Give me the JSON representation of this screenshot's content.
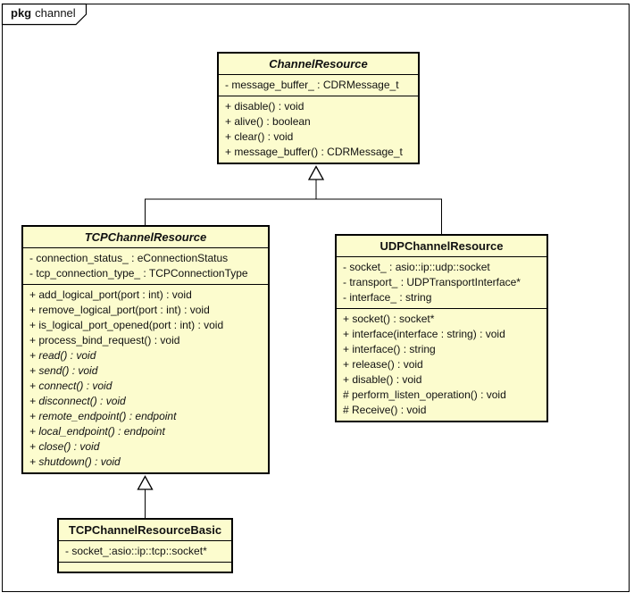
{
  "frame": {
    "type_label": "pkg",
    "name_label": "channel"
  },
  "colors": {
    "class_fill": "#FCFCCE",
    "class_border": "#000000",
    "frame_border": "#000000",
    "background": "#FFFFFF"
  },
  "classes": {
    "channel_resource": {
      "name": "ChannelResource",
      "abstract": true,
      "attributes": [
        "- message_buffer_ : CDRMessage_t"
      ],
      "methods": [
        "+ disable() : void",
        "+ alive() : boolean",
        "+ clear() : void",
        "+ message_buffer() : CDRMessage_t"
      ]
    },
    "tcp_channel_resource": {
      "name": "TCPChannelResource",
      "abstract": true,
      "attributes": [
        "- connection_status_ : eConnectionStatus",
        "- tcp_connection_type_ : TCPConnectionType"
      ],
      "methods": [
        "+ add_logical_port(port : int) : void",
        "+ remove_logical_port(port : int) : void",
        "+ is_logical_port_opened(port : int) : void",
        "+ process_bind_request() : void"
      ],
      "abstract_methods": [
        "+ read() : void",
        "+ send() : void",
        "+ connect() : void",
        "+ disconnect() : void",
        "+ remote_endpoint() : endpoint",
        "+ local_endpoint() : endpoint",
        "+ close() : void",
        "+ shutdown() : void"
      ]
    },
    "udp_channel_resource": {
      "name": "UDPChannelResource",
      "abstract": false,
      "attributes": [
        "- socket_ : asio::ip::udp::socket",
        "- transport_ : UDPTransportInterface*",
        "- interface_ : string"
      ],
      "methods": [
        "+ socket() : socket*",
        "+ interface(interface : string) : void",
        "+ interface() : string",
        "+ release() : void",
        "+ disable() : void",
        "# perform_listen_operation() : void",
        "# Receive() : void"
      ]
    },
    "tcp_channel_resource_basic": {
      "name": "TCPChannelResourceBasic",
      "abstract": false,
      "attributes": [
        "- socket_:asio::ip::tcp::socket*"
      ],
      "methods": []
    }
  },
  "relations": [
    {
      "type": "generalization",
      "from": "TCPChannelResource",
      "to": "ChannelResource"
    },
    {
      "type": "generalization",
      "from": "UDPChannelResource",
      "to": "ChannelResource"
    },
    {
      "type": "generalization",
      "from": "TCPChannelResourceBasic",
      "to": "TCPChannelResource"
    }
  ]
}
